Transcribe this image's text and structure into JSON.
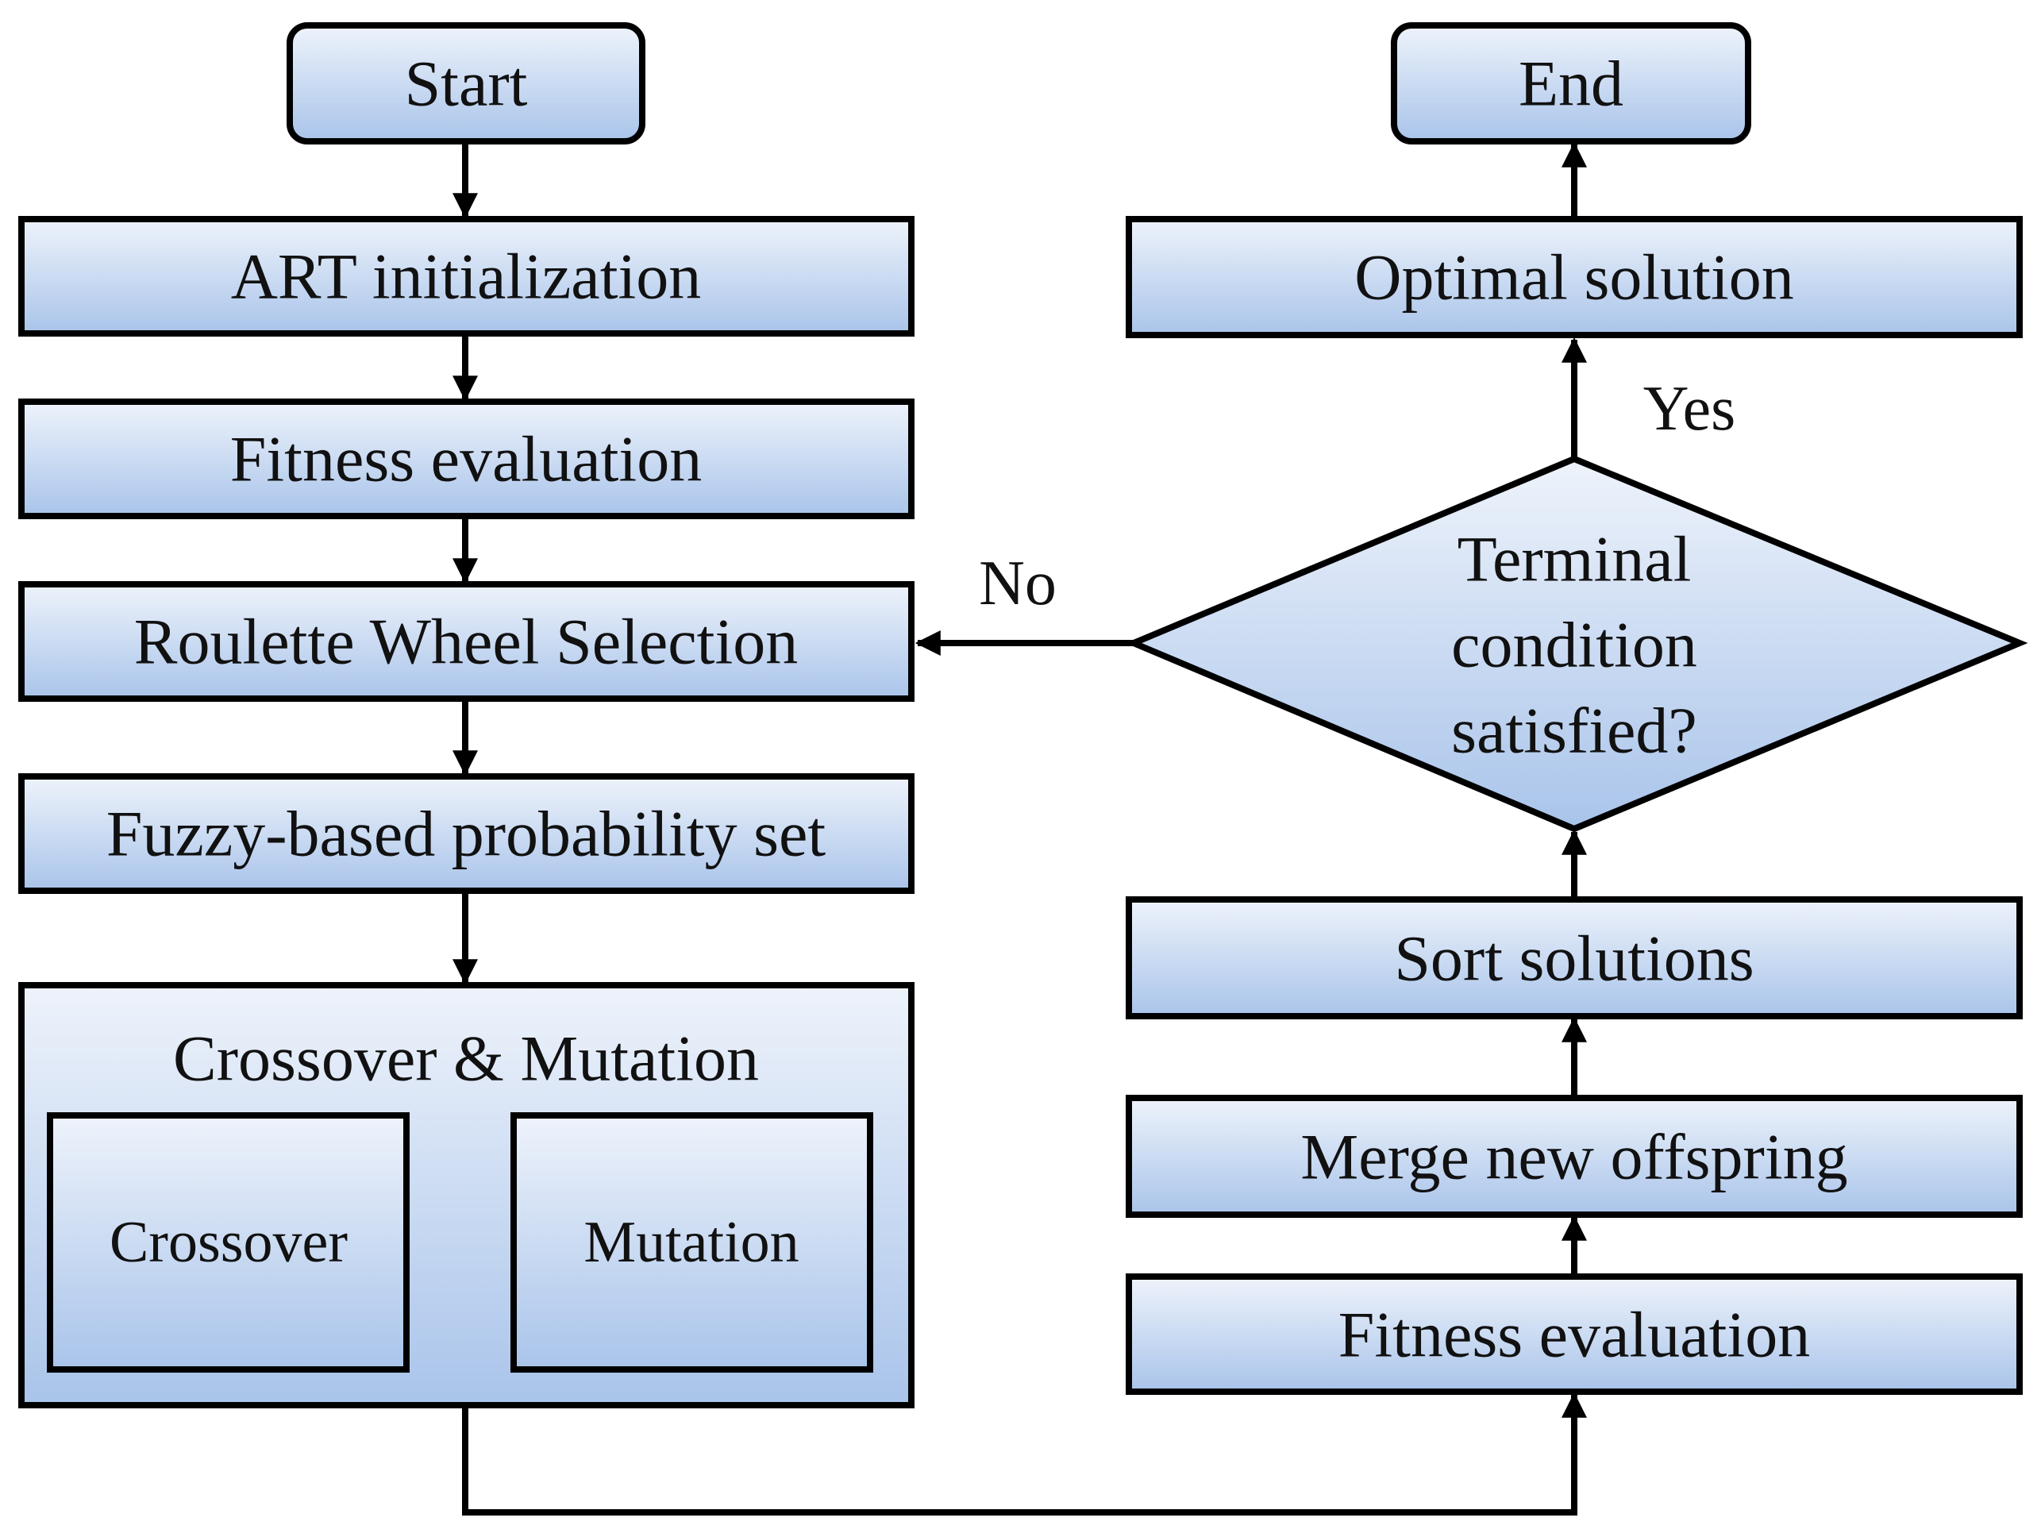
{
  "nodes": {
    "start": "Start",
    "art_init": "ART initialization",
    "fitness_left": "Fitness evaluation",
    "roulette": "Roulette Wheel Selection",
    "fuzzy": "Fuzzy-based probability set",
    "crossover_mutation": {
      "title": "Crossover & Mutation",
      "crossover": "Crossover",
      "mutation": "Mutation"
    },
    "fitness_right": "Fitness evaluation",
    "merge": "Merge new offspring",
    "sort": "Sort solutions",
    "decision": {
      "line1": "Terminal",
      "line2": "condition",
      "line3": "satisfied?"
    },
    "optimal": "Optimal solution",
    "end": "End"
  },
  "edges": {
    "yes_label": "Yes",
    "no_label": "No"
  },
  "colors": {
    "box_gradient_top": "#eef3fb",
    "box_gradient_bottom": "#a9c4ea",
    "stroke": "#000000"
  }
}
